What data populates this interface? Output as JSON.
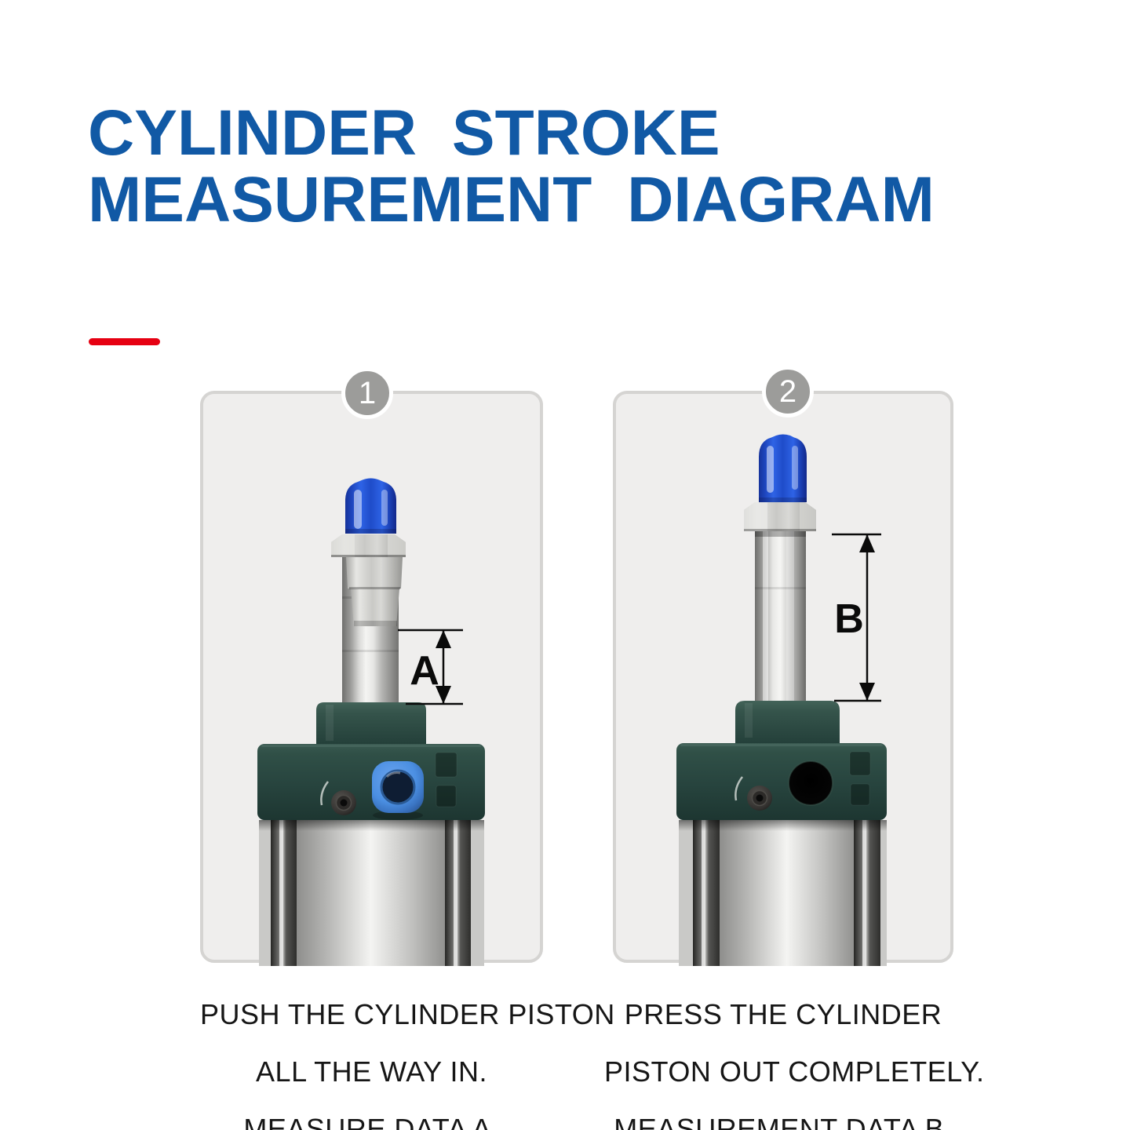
{
  "title": {
    "line1": "CYLINDER STROKE",
    "line2": "MEASUREMENT DIAGRAM"
  },
  "panels": [
    {
      "badge": "1",
      "measure_label": "A",
      "caption_lines": [
        "PUSH THE CYLINDER PISTON",
        "ALL THE WAY IN.",
        "MEASURE DATA A."
      ]
    },
    {
      "badge": "2",
      "measure_label": "B",
      "caption_lines": [
        "PRESS THE CYLINDER",
        "PISTON OUT COMPLETELY.",
        "MEASUREMENT DATA B."
      ]
    }
  ],
  "colors": {
    "title_blue": "#1159a5",
    "accent_red": "#e60012",
    "panel_background": "#efeeed",
    "panel_border": "#d5d4d2",
    "badge_gray": "#9c9c9a",
    "caption_text": "#161616",
    "rod_cap_blue": "#2753cd",
    "cylinder_head_green": "#2a4740",
    "air_fitting_blue": "#4b8fe2",
    "dimension_line_black": "#0a0a0a"
  }
}
